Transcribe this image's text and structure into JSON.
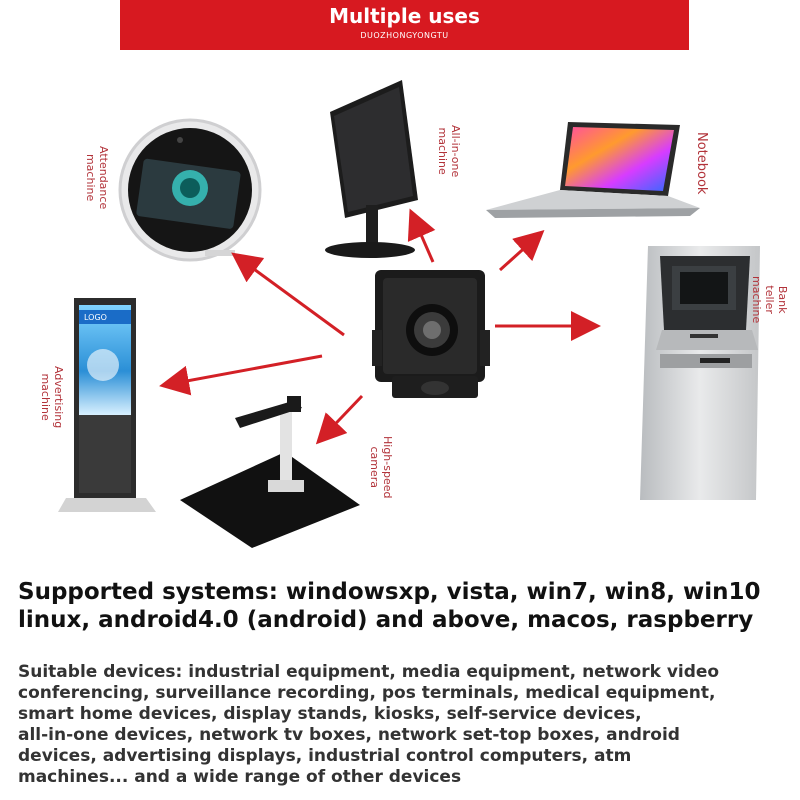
{
  "banner": {
    "title": "Multiple uses",
    "subtitle": "DUOZHONGYONGTU",
    "color": "#d71920"
  },
  "labels": {
    "attendance": "Attendance\nmachine",
    "all_in_one": "All-in-one\nmachine",
    "notebook": "Notebook",
    "advertising": "Advertising\nmachine",
    "high_speed": "High-speed\ncamera",
    "bank_teller": "Bank teller machine",
    "color": "#b2333a"
  },
  "arrow_color": "#d32026",
  "screen_text": "LOGO",
  "systems": {
    "line1": "Supported systems: windowsxp, vista, win7, win8, win10",
    "line2": "linux, android4.0 (android) and above, macos, raspberry"
  },
  "devices": {
    "line1": "Suitable devices: industrial equipment, media equipment, network video",
    "line2": "conferencing, surveillance recording, pos terminals, medical equipment,",
    "line3": "smart home devices, display stands, kiosks, self-service devices,",
    "line4": "all-in-one devices, network tv boxes, network set-top boxes, android",
    "line5": "devices, advertising displays, industrial control computers, atm",
    "line6": "machines... and a wide range of other devices"
  }
}
